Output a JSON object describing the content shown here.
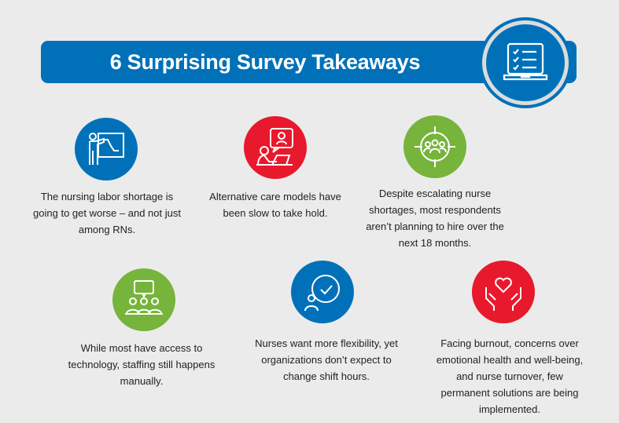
{
  "header": {
    "title": "6 Surprising Survey Takeaways",
    "icon": "laptop-checklist-icon"
  },
  "colors": {
    "blue": "#0071b9",
    "red": "#e8192c",
    "green": "#76b43b",
    "background": "#ebebeb"
  },
  "takeaways": [
    {
      "icon": "presenter-chart-icon",
      "color": "#0071b9",
      "text": "The nursing labor shortage is going to get worse – and not just among RNs."
    },
    {
      "icon": "telehealth-icon",
      "color": "#e8192c",
      "text": "Alternative care models have been slow to take hold."
    },
    {
      "icon": "target-group-icon",
      "color": "#76b43b",
      "text": "Despite escalating nurse shortages, most respondents aren’t planning to hire over the next 18 months."
    },
    {
      "icon": "meeting-chat-icon",
      "color": "#76b43b",
      "text": "While most have access to technology, staffing still happens manually."
    },
    {
      "icon": "person-clock-icon",
      "color": "#0071b9",
      "text": "Nurses want more flexibility, yet organizations don’t expect to change shift hours."
    },
    {
      "icon": "hands-heart-icon",
      "color": "#e8192c",
      "text": "Facing burnout, concerns over emotional health and well-being, and nurse turnover, few permanent solutions are being implemented."
    }
  ]
}
